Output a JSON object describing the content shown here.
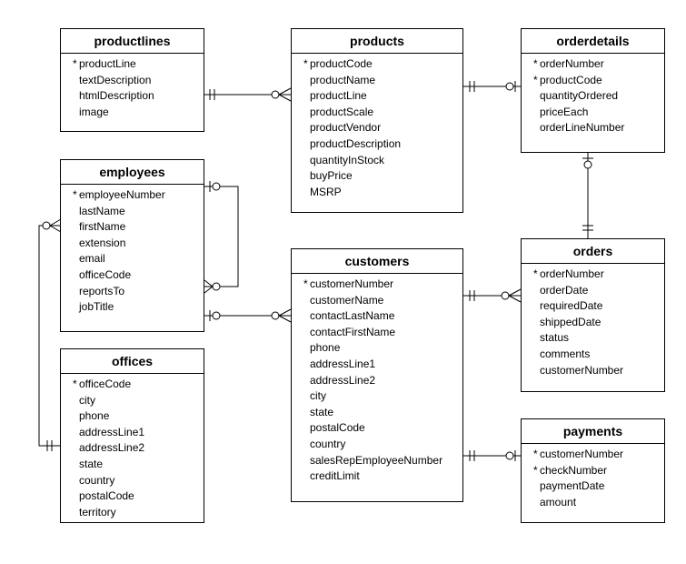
{
  "entities": {
    "productlines": {
      "name": "productlines",
      "fields": [
        {
          "name": "productLine",
          "pk": true
        },
        {
          "name": "textDescription",
          "pk": false
        },
        {
          "name": "htmlDescription",
          "pk": false
        },
        {
          "name": "image",
          "pk": false
        }
      ]
    },
    "products": {
      "name": "products",
      "fields": [
        {
          "name": "productCode",
          "pk": true
        },
        {
          "name": "productName",
          "pk": false
        },
        {
          "name": "productLine",
          "pk": false
        },
        {
          "name": "productScale",
          "pk": false
        },
        {
          "name": "productVendor",
          "pk": false
        },
        {
          "name": "productDescription",
          "pk": false
        },
        {
          "name": "quantityInStock",
          "pk": false
        },
        {
          "name": "buyPrice",
          "pk": false
        },
        {
          "name": "MSRP",
          "pk": false
        }
      ]
    },
    "orderdetails": {
      "name": "orderdetails",
      "fields": [
        {
          "name": "orderNumber",
          "pk": true
        },
        {
          "name": "productCode",
          "pk": true
        },
        {
          "name": "quantityOrdered",
          "pk": false
        },
        {
          "name": "priceEach",
          "pk": false
        },
        {
          "name": "orderLineNumber",
          "pk": false
        }
      ]
    },
    "employees": {
      "name": "employees",
      "fields": [
        {
          "name": "employeeNumber",
          "pk": true
        },
        {
          "name": "lastName",
          "pk": false
        },
        {
          "name": "firstName",
          "pk": false
        },
        {
          "name": "extension",
          "pk": false
        },
        {
          "name": "email",
          "pk": false
        },
        {
          "name": "officeCode",
          "pk": false
        },
        {
          "name": "reportsTo",
          "pk": false
        },
        {
          "name": "jobTitle",
          "pk": false
        }
      ]
    },
    "customers": {
      "name": "customers",
      "fields": [
        {
          "name": "customerNumber",
          "pk": true
        },
        {
          "name": "customerName",
          "pk": false
        },
        {
          "name": "contactLastName",
          "pk": false
        },
        {
          "name": "contactFirstName",
          "pk": false
        },
        {
          "name": "phone",
          "pk": false
        },
        {
          "name": "addressLine1",
          "pk": false
        },
        {
          "name": "addressLine2",
          "pk": false
        },
        {
          "name": "city",
          "pk": false
        },
        {
          "name": "state",
          "pk": false
        },
        {
          "name": "postalCode",
          "pk": false
        },
        {
          "name": "country",
          "pk": false
        },
        {
          "name": "salesRepEmployeeNumber",
          "pk": false
        },
        {
          "name": "creditLimit",
          "pk": false
        }
      ]
    },
    "orders": {
      "name": "orders",
      "fields": [
        {
          "name": "orderNumber",
          "pk": true
        },
        {
          "name": "orderDate",
          "pk": false
        },
        {
          "name": "requiredDate",
          "pk": false
        },
        {
          "name": "shippedDate",
          "pk": false
        },
        {
          "name": "status",
          "pk": false
        },
        {
          "name": "comments",
          "pk": false
        },
        {
          "name": "customerNumber",
          "pk": false
        }
      ]
    },
    "offices": {
      "name": "offices",
      "fields": [
        {
          "name": "officeCode",
          "pk": true
        },
        {
          "name": "city",
          "pk": false
        },
        {
          "name": "phone",
          "pk": false
        },
        {
          "name": "addressLine1",
          "pk": false
        },
        {
          "name": "addressLine2",
          "pk": false
        },
        {
          "name": "state",
          "pk": false
        },
        {
          "name": "country",
          "pk": false
        },
        {
          "name": "postalCode",
          "pk": false
        },
        {
          "name": "territory",
          "pk": false
        }
      ]
    },
    "payments": {
      "name": "payments",
      "fields": [
        {
          "name": "customerNumber",
          "pk": true
        },
        {
          "name": "checkNumber",
          "pk": true
        },
        {
          "name": "paymentDate",
          "pk": false
        },
        {
          "name": "amount",
          "pk": false
        }
      ]
    }
  },
  "pk_marker": "*",
  "relationships": [
    {
      "name": "productlines-products",
      "from": "productlines",
      "to": "products",
      "from_card": "one-mandatory",
      "to_card": "many-optional"
    },
    {
      "name": "products-orderdetails",
      "from": "products",
      "to": "orderdetails",
      "from_card": "one-mandatory",
      "to_card": "one-optional"
    },
    {
      "name": "orderdetails-orders",
      "from": "orderdetails",
      "to": "orders",
      "from_card": "one-optional",
      "to_card": "one-mandatory"
    },
    {
      "name": "employees-reportsTo",
      "from": "employees",
      "to": "employees",
      "from_card": "one-optional",
      "to_card": "many-optional"
    },
    {
      "name": "employees-customers",
      "from": "employees",
      "to": "customers",
      "from_card": "one-optional",
      "to_card": "many-optional"
    },
    {
      "name": "customers-orders",
      "from": "customers",
      "to": "orders",
      "from_card": "one-mandatory",
      "to_card": "many-optional"
    },
    {
      "name": "customers-payments",
      "from": "customers",
      "to": "payments",
      "from_card": "one-mandatory",
      "to_card": "one-optional"
    },
    {
      "name": "offices-employees",
      "from": "offices",
      "to": "employees",
      "from_card": "one-mandatory",
      "to_card": "many-optional"
    }
  ]
}
